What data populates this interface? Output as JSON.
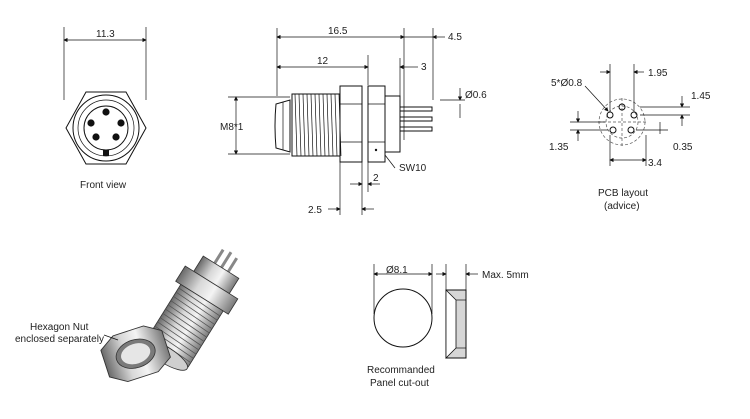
{
  "front_view": {
    "dim_width": "11.3",
    "caption": "Front view"
  },
  "side_view": {
    "dim_overall": "16.5",
    "dim_body": "12",
    "dim_pin_length": "4.5",
    "dim_pin_offset": "3",
    "dim_pin_dia": "Ø0.6",
    "dim_thread": "M8*1",
    "dim_nut_thickness": "2",
    "dim_panel": "2.5",
    "dim_wrench": "SW10"
  },
  "pcb_layout": {
    "dim_holes": "5*Ø0.8",
    "dim_h1": "1.95",
    "dim_v1": "1.45",
    "dim_v2": "1.35",
    "dim_v3": "0.35",
    "dim_h2": "3.4",
    "caption_line1": "PCB layout",
    "caption_line2": "(advice)"
  },
  "iso_view": {
    "callout_line1": "Hexagon Nut",
    "callout_line2": "enclosed separately"
  },
  "panel_cutout": {
    "dim_dia": "Ø8.1",
    "dim_max": "Max. 5mm",
    "caption_line1": "Recommanded",
    "caption_line2": "Panel cut-out"
  }
}
